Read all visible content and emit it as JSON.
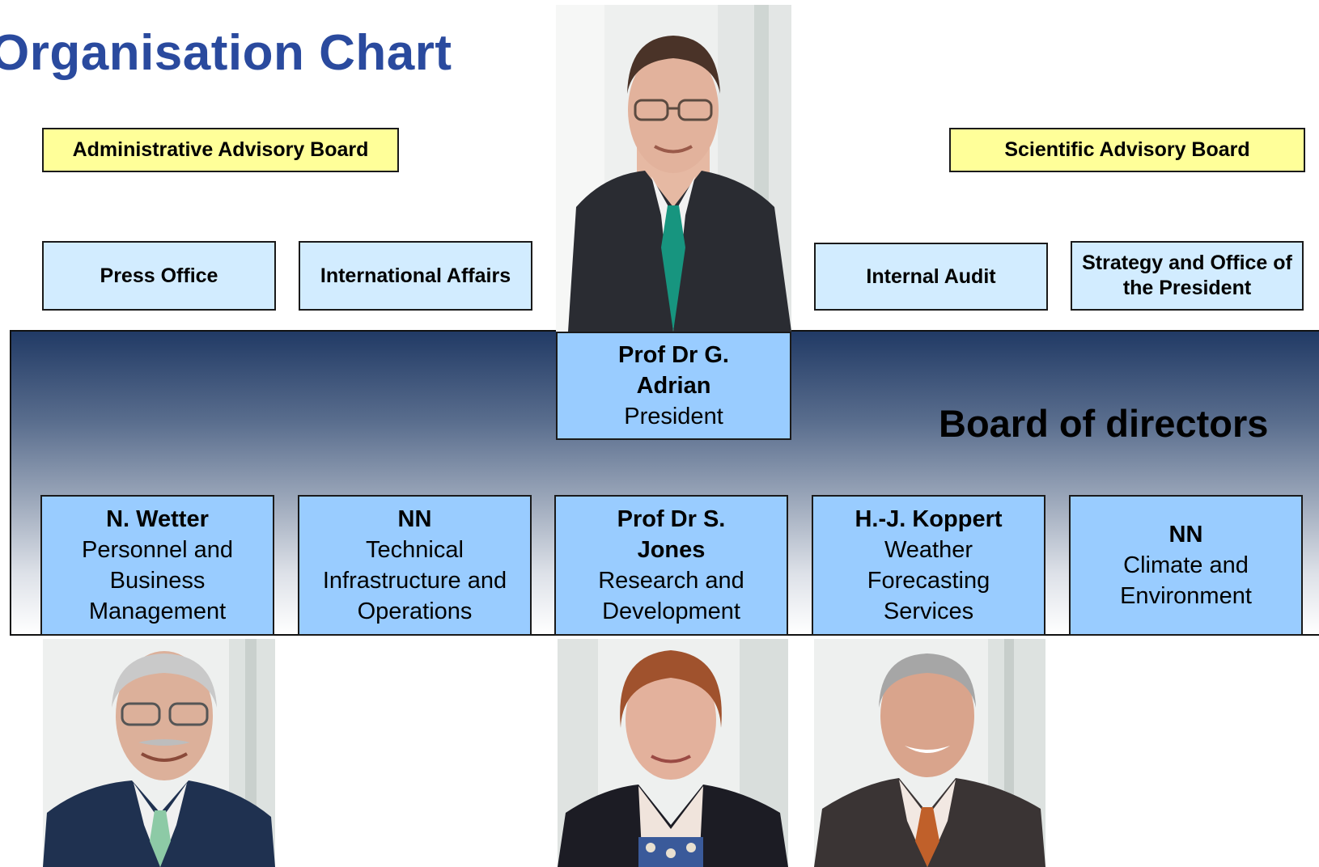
{
  "title": "Organisation Chart",
  "advisory": {
    "administrative": "Administrative Advisory Board",
    "scientific": "Scientific Advisory Board"
  },
  "staff_units": [
    "Press Office",
    "International Affairs",
    "Internal Audit",
    "Strategy and Office of the President"
  ],
  "board_label": "Board of directors",
  "president": {
    "name": "Prof Dr G. Adrian",
    "role": "President"
  },
  "directors": [
    {
      "name": "N. Wetter",
      "dept": "Personnel and Business Management"
    },
    {
      "name": "NN",
      "dept": "Technical Infrastructure and Operations"
    },
    {
      "name": "Prof Dr S. Jones",
      "dept": "Research and Development"
    },
    {
      "name": "H.-J. Koppert",
      "dept": "Weather Forecasting Services"
    },
    {
      "name": "NN",
      "dept": "Climate and Environment"
    }
  ],
  "colors": {
    "title": "#2a4a9e",
    "advisory_fill": "#ffff99",
    "staff_fill": "#d2ecff",
    "director_fill": "#99ccff",
    "band_top": "#213a65"
  }
}
